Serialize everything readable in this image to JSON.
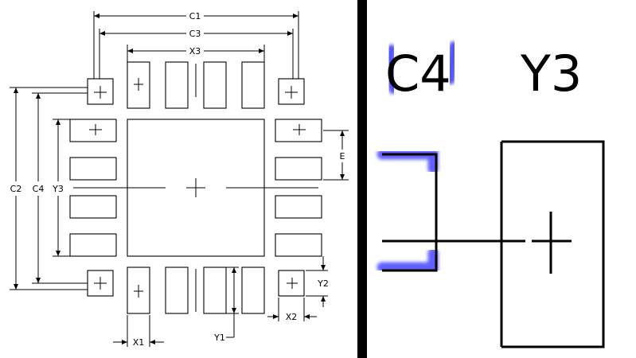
{
  "left_panel": {
    "labels": {
      "c1": "C1",
      "c3": "C3",
      "x3": "X3",
      "c2": "C2",
      "c4": "C4",
      "y3": "Y3",
      "e": "E",
      "y2": "Y2",
      "x2": "X2",
      "y1": "Y1",
      "x1": "X1"
    }
  },
  "right_panel": {
    "labels": {
      "c4": "C4",
      "y3": "Y3"
    },
    "highlight_color": "#2a2aff"
  },
  "divider_color": "#000000"
}
